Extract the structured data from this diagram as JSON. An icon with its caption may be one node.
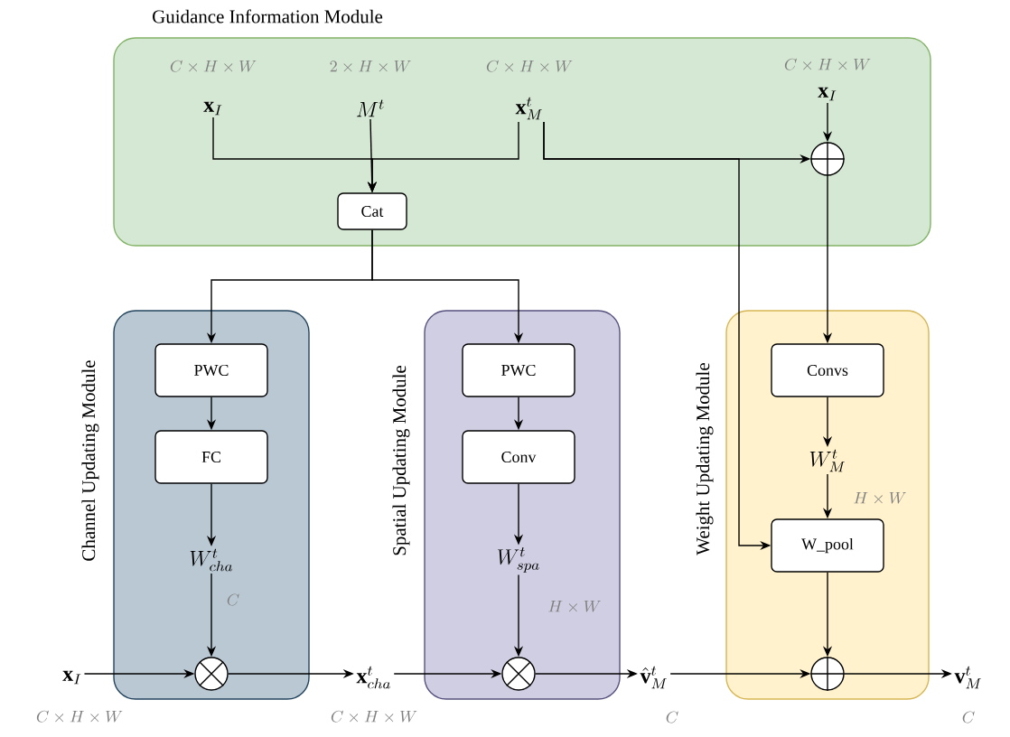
{
  "diagram": {
    "nodes": [
      {
        "text": [
          "Guidance Information Module"
        ]
      },
      {
        "text": [
          "Channel Updating Module"
        ]
      },
      {
        "text": [
          "Spatial Updating Module"
        ]
      },
      {
        "text": [
          "Weight Updating Module"
        ]
      },
      {
        "text": [
          "\\mathbf{x}_I"
        ],
        "in": 0,
        "beside": [
          "C\\times H\\times W"
        ]
      },
      {
        "text": [
          "M^t"
        ],
        "in": 0,
        "beside": [
          "2\\times H\\times W"
        ]
      },
      {
        "text": [
          "\\mathbf{x}^t_M"
        ],
        "in": 0,
        "beside": [
          "C\\times H\\times W"
        ]
      },
      {
        "text": [
          "\\mathbf{x}_I"
        ],
        "in": 0,
        "beside": [
          "C\\times H\\times W"
        ]
      },
      {
        "text": [
          "Cat"
        ],
        "in": 0
      },
      {
        "text": [],
        "shape": "circle",
        "in": 0
      },
      {
        "text": [
          "PWC"
        ],
        "in": 1
      },
      {
        "text": [
          "FC"
        ],
        "in": 1
      },
      {
        "text": [
          "W^t_{cha}"
        ],
        "in": 1,
        "beside": [
          "C"
        ]
      },
      {
        "text": [],
        "shape": "circle",
        "in": 1
      },
      {
        "text": [
          "\\mathbf{x}_I"
        ],
        "beside": [
          "C\\times H\\times W"
        ]
      },
      {
        "text": [
          "\\mathbf{x}^t_{cha}"
        ],
        "beside": [
          "C\\times H\\times W"
        ]
      },
      {
        "text": [
          "PWC"
        ],
        "in": 2
      },
      {
        "text": [
          "Conv"
        ],
        "in": 2
      },
      {
        "text": [
          "W^t_{spa}"
        ],
        "in": 2,
        "beside": [
          "H\\times W"
        ]
      },
      {
        "text": [],
        "shape": "circle",
        "in": 2
      },
      {
        "text": [
          "\\hat{\\mathbf{v}}^t_M"
        ],
        "beside": [
          "C"
        ]
      },
      {
        "text": [
          "Convs"
        ],
        "in": 3
      },
      {
        "text": [
          "W^t_M"
        ],
        "in": 3,
        "beside": [
          "H\\times W"
        ]
      },
      {
        "text": [
          "W_pool"
        ],
        "in": 3
      },
      {
        "text": [],
        "shape": "circle",
        "in": 3
      },
      {
        "text": [
          "\\mathbf{v}^t_M"
        ],
        "beside": [
          "C"
        ]
      }
    ],
    "edges": [
      {
        "from": 4,
        "to": 8,
        "arrow": "to"
      },
      {
        "from": 5,
        "to": 8,
        "arrow": "to"
      },
      {
        "from": 6,
        "to": 8,
        "arrow": "to"
      },
      {
        "from": 6,
        "to": 9,
        "arrow": "to"
      },
      {
        "from": 6,
        "to": 23,
        "arrow": "to"
      },
      {
        "from": 7,
        "to": 9,
        "arrow": "to"
      },
      {
        "from": 9,
        "to": 21,
        "arrow": "to"
      },
      {
        "from": 8,
        "to": 10,
        "arrow": "to"
      },
      {
        "from": 8,
        "to": 16,
        "arrow": "to"
      },
      {
        "from": 10,
        "to": 11,
        "arrow": "to"
      },
      {
        "from": 11,
        "to": 12,
        "arrow": "to"
      },
      {
        "from": 12,
        "to": 13,
        "arrow": "to"
      },
      {
        "from": 14,
        "to": 13,
        "arrow": "to"
      },
      {
        "from": 13,
        "to": 15,
        "arrow": "to"
      },
      {
        "from": 16,
        "to": 17,
        "arrow": "to"
      },
      {
        "from": 17,
        "to": 18,
        "arrow": "to"
      },
      {
        "from": 18,
        "to": 19,
        "arrow": "to"
      },
      {
        "from": 15,
        "to": 19,
        "arrow": "to"
      },
      {
        "from": 19,
        "to": 20,
        "arrow": "to"
      },
      {
        "from": 21,
        "to": 22,
        "arrow": "to"
      },
      {
        "from": 22,
        "to": 23,
        "arrow": "to"
      },
      {
        "from": 23,
        "to": 24,
        "arrow": "to"
      },
      {
        "from": 20,
        "to": 24,
        "arrow": "to"
      },
      {
        "from": 24,
        "to": 25,
        "arrow": "to"
      }
    ]
  }
}
